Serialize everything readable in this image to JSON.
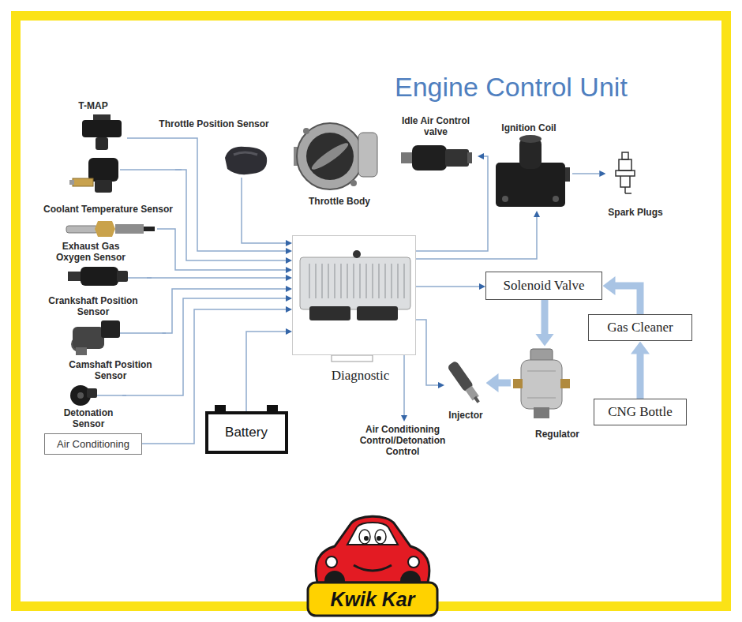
{
  "diagram": {
    "title": "Engine Control Unit",
    "nodes": [
      {
        "text": [
          "T-MAP"
        ]
      },
      {
        "text": [
          "Throttle Position Sensor"
        ]
      },
      {
        "text": [
          "Throttle Body"
        ]
      },
      {
        "text": [
          "Idle Air Control valve"
        ]
      },
      {
        "text": [
          "Ignition Coil"
        ]
      },
      {
        "text": [
          "Spark Plugs"
        ]
      },
      {
        "text": [
          "Coolant Temperature Sensor"
        ]
      },
      {
        "text": [
          "Exhaust Gas Oxygen Sensor"
        ]
      },
      {
        "text": [
          "Diagnostic"
        ]
      },
      {
        "text": [
          "Solenoid Valve"
        ]
      },
      {
        "text": [
          "Gas Cleaner"
        ]
      },
      {
        "text": [
          "Crankshaft Position Sensor"
        ]
      },
      {
        "text": [
          "Camshaft Position Sensor"
        ]
      },
      {
        "text": [
          "Injector"
        ]
      },
      {
        "text": [
          "Regulator"
        ]
      },
      {
        "text": [
          "CNG Bottle"
        ]
      },
      {
        "text": [
          "Detonation Sensor"
        ]
      },
      {
        "text": [
          "Air Conditioning"
        ]
      },
      {
        "text": [
          "Battery"
        ]
      },
      {
        "text": [
          "Air Conditioning Control/Detonation Control"
        ]
      }
    ],
    "edges": [
      {
        "from": 0,
        "to": 8,
        "arrow": "to"
      },
      {
        "from": 1,
        "to": 8,
        "arrow": "to"
      },
      {
        "from": 6,
        "to": 8,
        "arrow": "to"
      },
      {
        "from": 7,
        "to": 8,
        "arrow": "to"
      },
      {
        "from": 11,
        "to": 8,
        "arrow": "to"
      },
      {
        "from": 12,
        "to": 8,
        "arrow": "to"
      },
      {
        "from": 16,
        "to": 8,
        "arrow": "to"
      },
      {
        "from": 17,
        "to": 8,
        "arrow": "to"
      },
      {
        "from": 18,
        "to": 8,
        "arrow": "to"
      },
      {
        "from": 8,
        "to": 3,
        "arrow": "to"
      },
      {
        "from": 8,
        "to": 4,
        "arrow": "to"
      },
      {
        "from": 4,
        "to": 5,
        "arrow": "to"
      },
      {
        "from": 8,
        "to": 9,
        "arrow": "to"
      },
      {
        "from": 8,
        "to": 13,
        "arrow": "to"
      },
      {
        "from": 8,
        "to": 19,
        "arrow": "to"
      },
      {
        "from": 15,
        "to": 10,
        "arrow": "to"
      },
      {
        "from": 10,
        "to": 9,
        "arrow": "to"
      },
      {
        "from": 9,
        "to": 14,
        "arrow": "to"
      },
      {
        "from": 14,
        "to": 13,
        "arrow": "to"
      }
    ],
    "labels": [
      "Kwik Kar"
    ]
  }
}
